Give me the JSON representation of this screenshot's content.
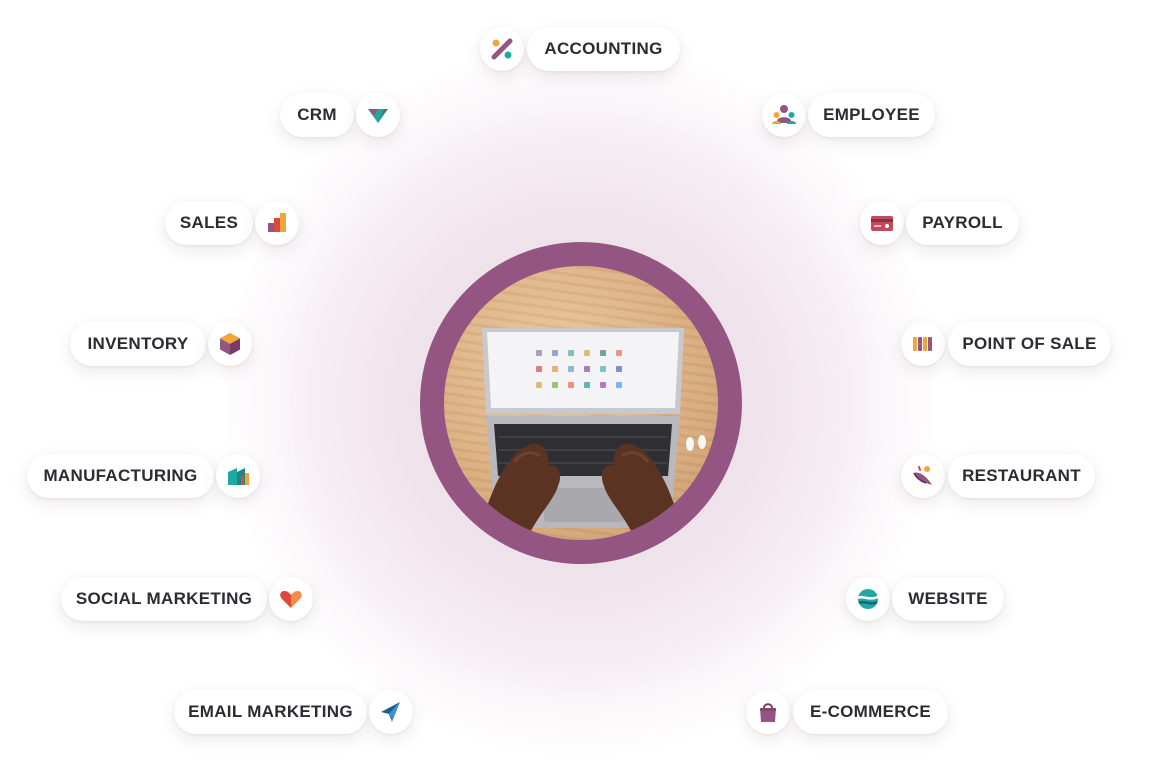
{
  "apps": {
    "accounting": "ACCOUNTING",
    "crm": "CRM",
    "employee": "EMPLOYEE",
    "sales": "SALES",
    "payroll": "PAYROLL",
    "inventory": "INVENTORY",
    "point_of_sale": "POINT OF SALE",
    "manufacturing": "MANUFACTURING",
    "restaurant": "RESTAURANT",
    "social_marketing": "SOCIAL MARKETING",
    "website": "WEBSITE",
    "email_marketing": "EMAIL MARKETING",
    "ecommerce": "E-COMMERCE"
  },
  "icons": {
    "accounting": "percent-icon",
    "crm": "crm-chevron-icon",
    "employee": "people-icon",
    "sales": "bar-chart-icon",
    "payroll": "payroll-card-icon",
    "inventory": "box-icon",
    "point_of_sale": "storefront-icon",
    "manufacturing": "factory-icon",
    "restaurant": "chef-hat-icon",
    "social_marketing": "heart-icon",
    "website": "globe-waves-icon",
    "email_marketing": "paper-plane-icon",
    "ecommerce": "shopping-bag-icon"
  },
  "colors": {
    "brand_purple": "#955583",
    "text": "#2b2b33"
  }
}
